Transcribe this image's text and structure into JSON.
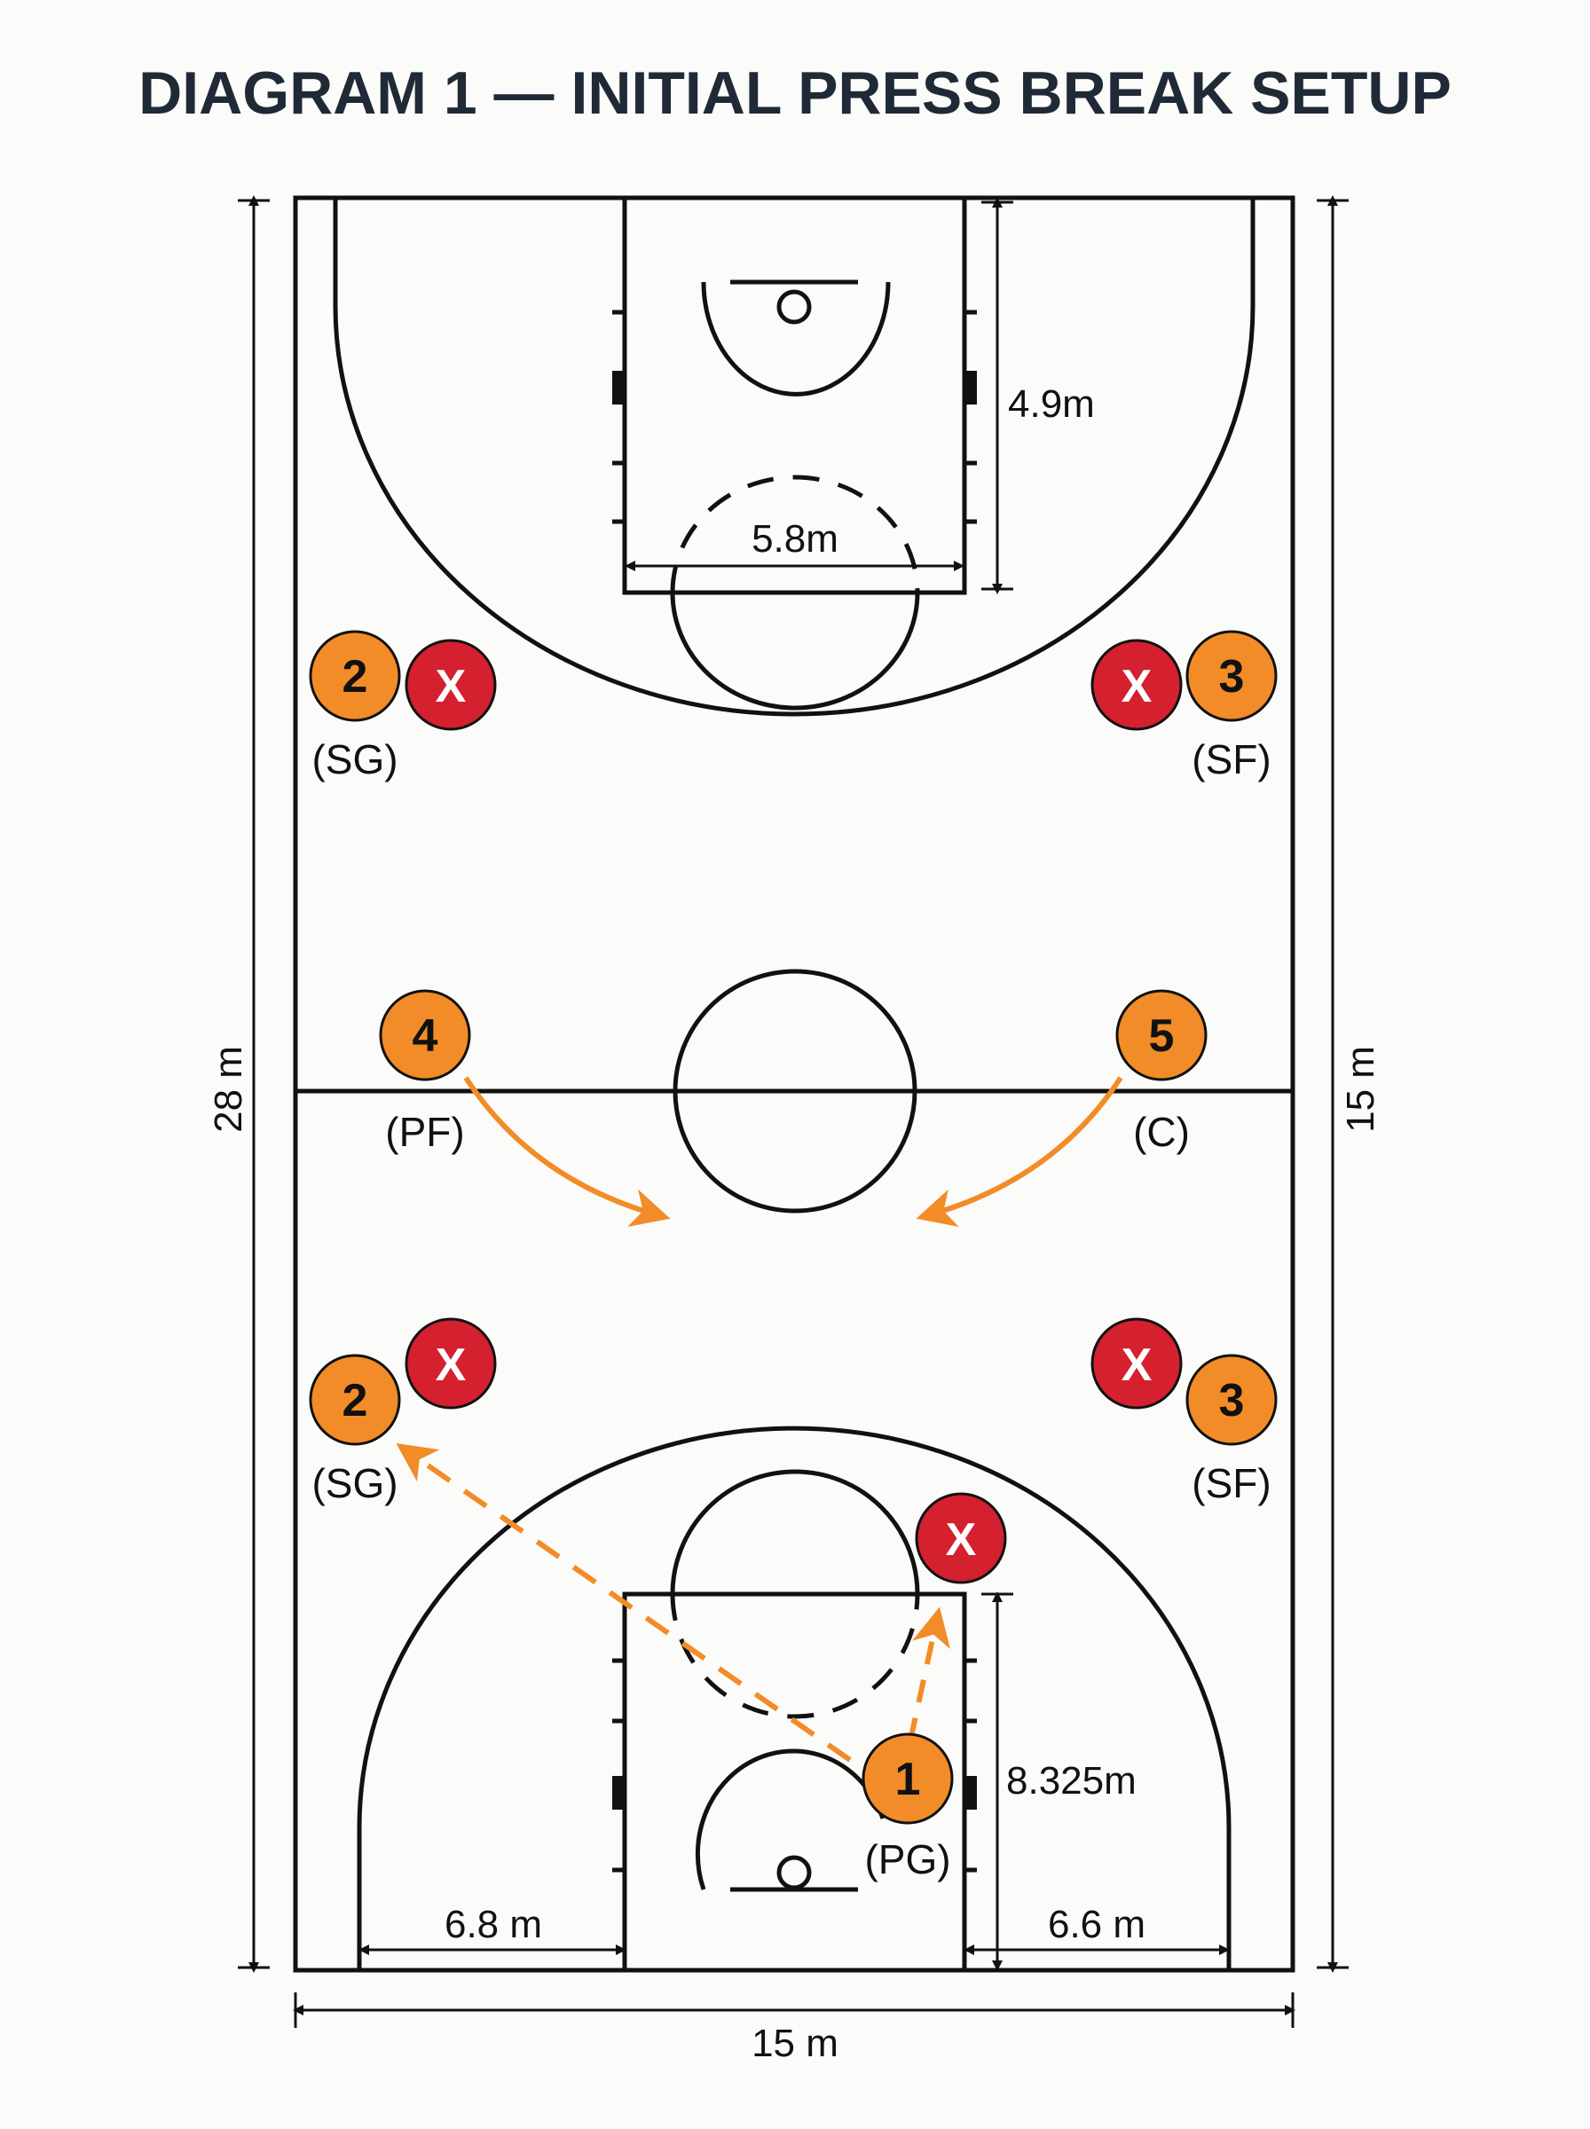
{
  "title": "DIAGRAM 1 — INITIAL PRESS BREAK SETUP",
  "colors": {
    "offense": "#f28c28",
    "defense": "#d4202f",
    "pass_arrow": "#f28c28",
    "lines": "#111111"
  },
  "dimensions": {
    "court_length": "28 m",
    "court_width_right": "15 m",
    "court_width_bottom": "15 m",
    "key_depth_top": "4.9m",
    "key_width_top": "5.8m",
    "key_depth_bottom": "8.325m",
    "corner_left_bottom": "6.8 m",
    "corner_right_bottom": "6.6 m"
  },
  "offense": [
    {
      "number": "2",
      "role": "(SG)"
    },
    {
      "number": "3",
      "role": "(SF)"
    },
    {
      "number": "4",
      "role": "(PF)"
    },
    {
      "number": "5",
      "role": "(C)"
    },
    {
      "number": "2",
      "role": "(SG)"
    },
    {
      "number": "3",
      "role": "(SF)"
    },
    {
      "number": "1",
      "role": "(PG)"
    }
  ],
  "defense": [
    {
      "label": "X"
    },
    {
      "label": "X"
    },
    {
      "label": "X"
    },
    {
      "label": "X"
    },
    {
      "label": "X"
    }
  ],
  "arrows": [
    {
      "from": "4",
      "style": "solid"
    },
    {
      "from": "5",
      "style": "solid"
    },
    {
      "from": "1",
      "to": "2",
      "style": "dashed"
    },
    {
      "from": "1",
      "style": "dashed"
    }
  ]
}
